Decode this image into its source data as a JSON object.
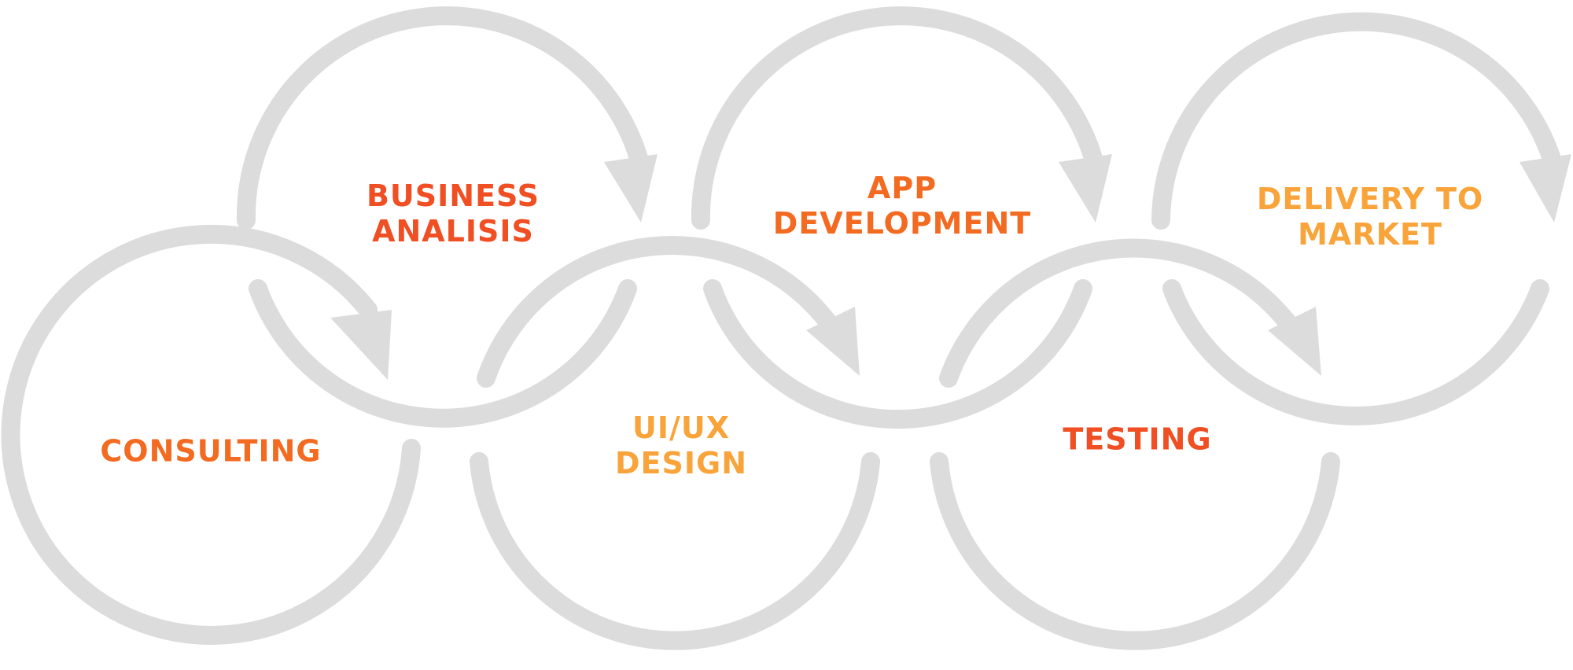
{
  "diagram": {
    "stages": [
      {
        "id": "consulting",
        "lines": [
          "CONSULTING"
        ],
        "color": "#f36a21"
      },
      {
        "id": "business",
        "lines": [
          "BUSINESS",
          "ANALISIS"
        ],
        "color": "#f04e23"
      },
      {
        "id": "uiux",
        "lines": [
          "UI/UX",
          "DESIGN"
        ],
        "color": "#f9a43a"
      },
      {
        "id": "appdev",
        "lines": [
          "APP",
          "DEVELOPMENT"
        ],
        "color": "#f36a21"
      },
      {
        "id": "testing",
        "lines": [
          "TESTING"
        ],
        "color": "#f04e23"
      },
      {
        "id": "delivery",
        "lines": [
          "DELIVERY TO",
          "MARKET"
        ],
        "color": "#f9a43a"
      }
    ],
    "ring_color": "#dcdcdc"
  }
}
